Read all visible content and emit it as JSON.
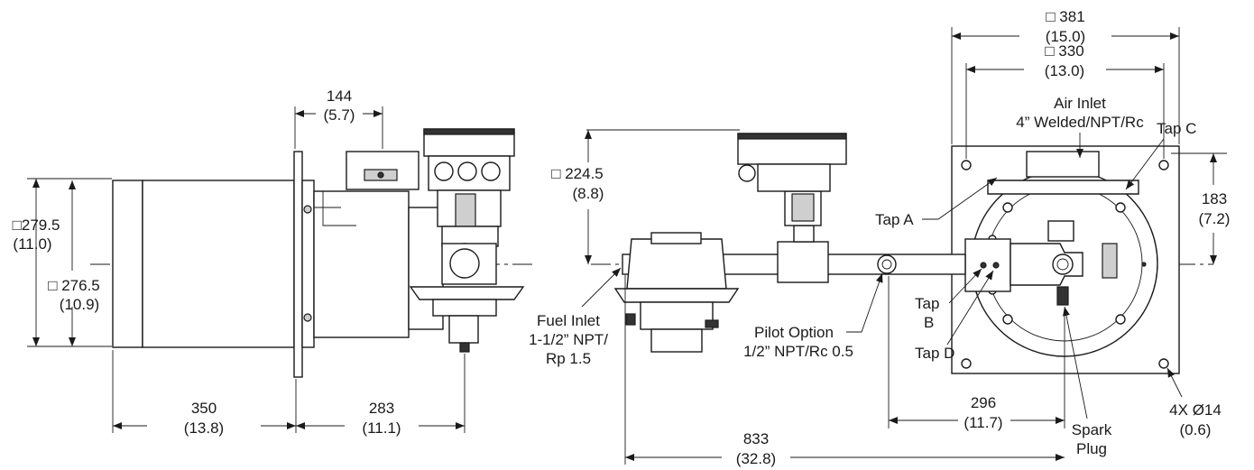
{
  "dims": {
    "sq381": "□ 381",
    "sq381_in": "(15.0)",
    "sq330": "□ 330",
    "sq330_in": "(13.0)",
    "d144": "144",
    "d144_in": "(5.7)",
    "sq224": "□ 224.5",
    "sq224_in": "(8.8)",
    "sq279": "□279.5",
    "sq279_in": "(11.0)",
    "sq276": "□ 276.5",
    "sq276_in": "(10.9)",
    "d183": "183",
    "d183_in": "(7.2)",
    "d350": "350",
    "d350_in": "(13.8)",
    "d283": "283",
    "d283_in": "(11.1)",
    "d296": "296",
    "d296_in": "(11.7)",
    "d833": "833",
    "d833_in": "(32.8)",
    "holes": "4X Ø14",
    "holes_in": "(0.6)"
  },
  "labels": {
    "air_inlet_1": "Air Inlet",
    "air_inlet_2": "4” Welded/NPT/Rc",
    "tap_a": "Tap A",
    "tap_b_1": "Tap",
    "tap_b_2": "B",
    "tap_c": "Tap C",
    "tap_d": "Tap D",
    "fuel_1": "Fuel Inlet",
    "fuel_2": "1-1/2” NPT/",
    "fuel_3": "Rp 1.5",
    "pilot_1": "Pilot Option",
    "pilot_2": "1/2” NPT/Rc 0.5",
    "spark_1": "Spark",
    "spark_2": "Plug"
  }
}
